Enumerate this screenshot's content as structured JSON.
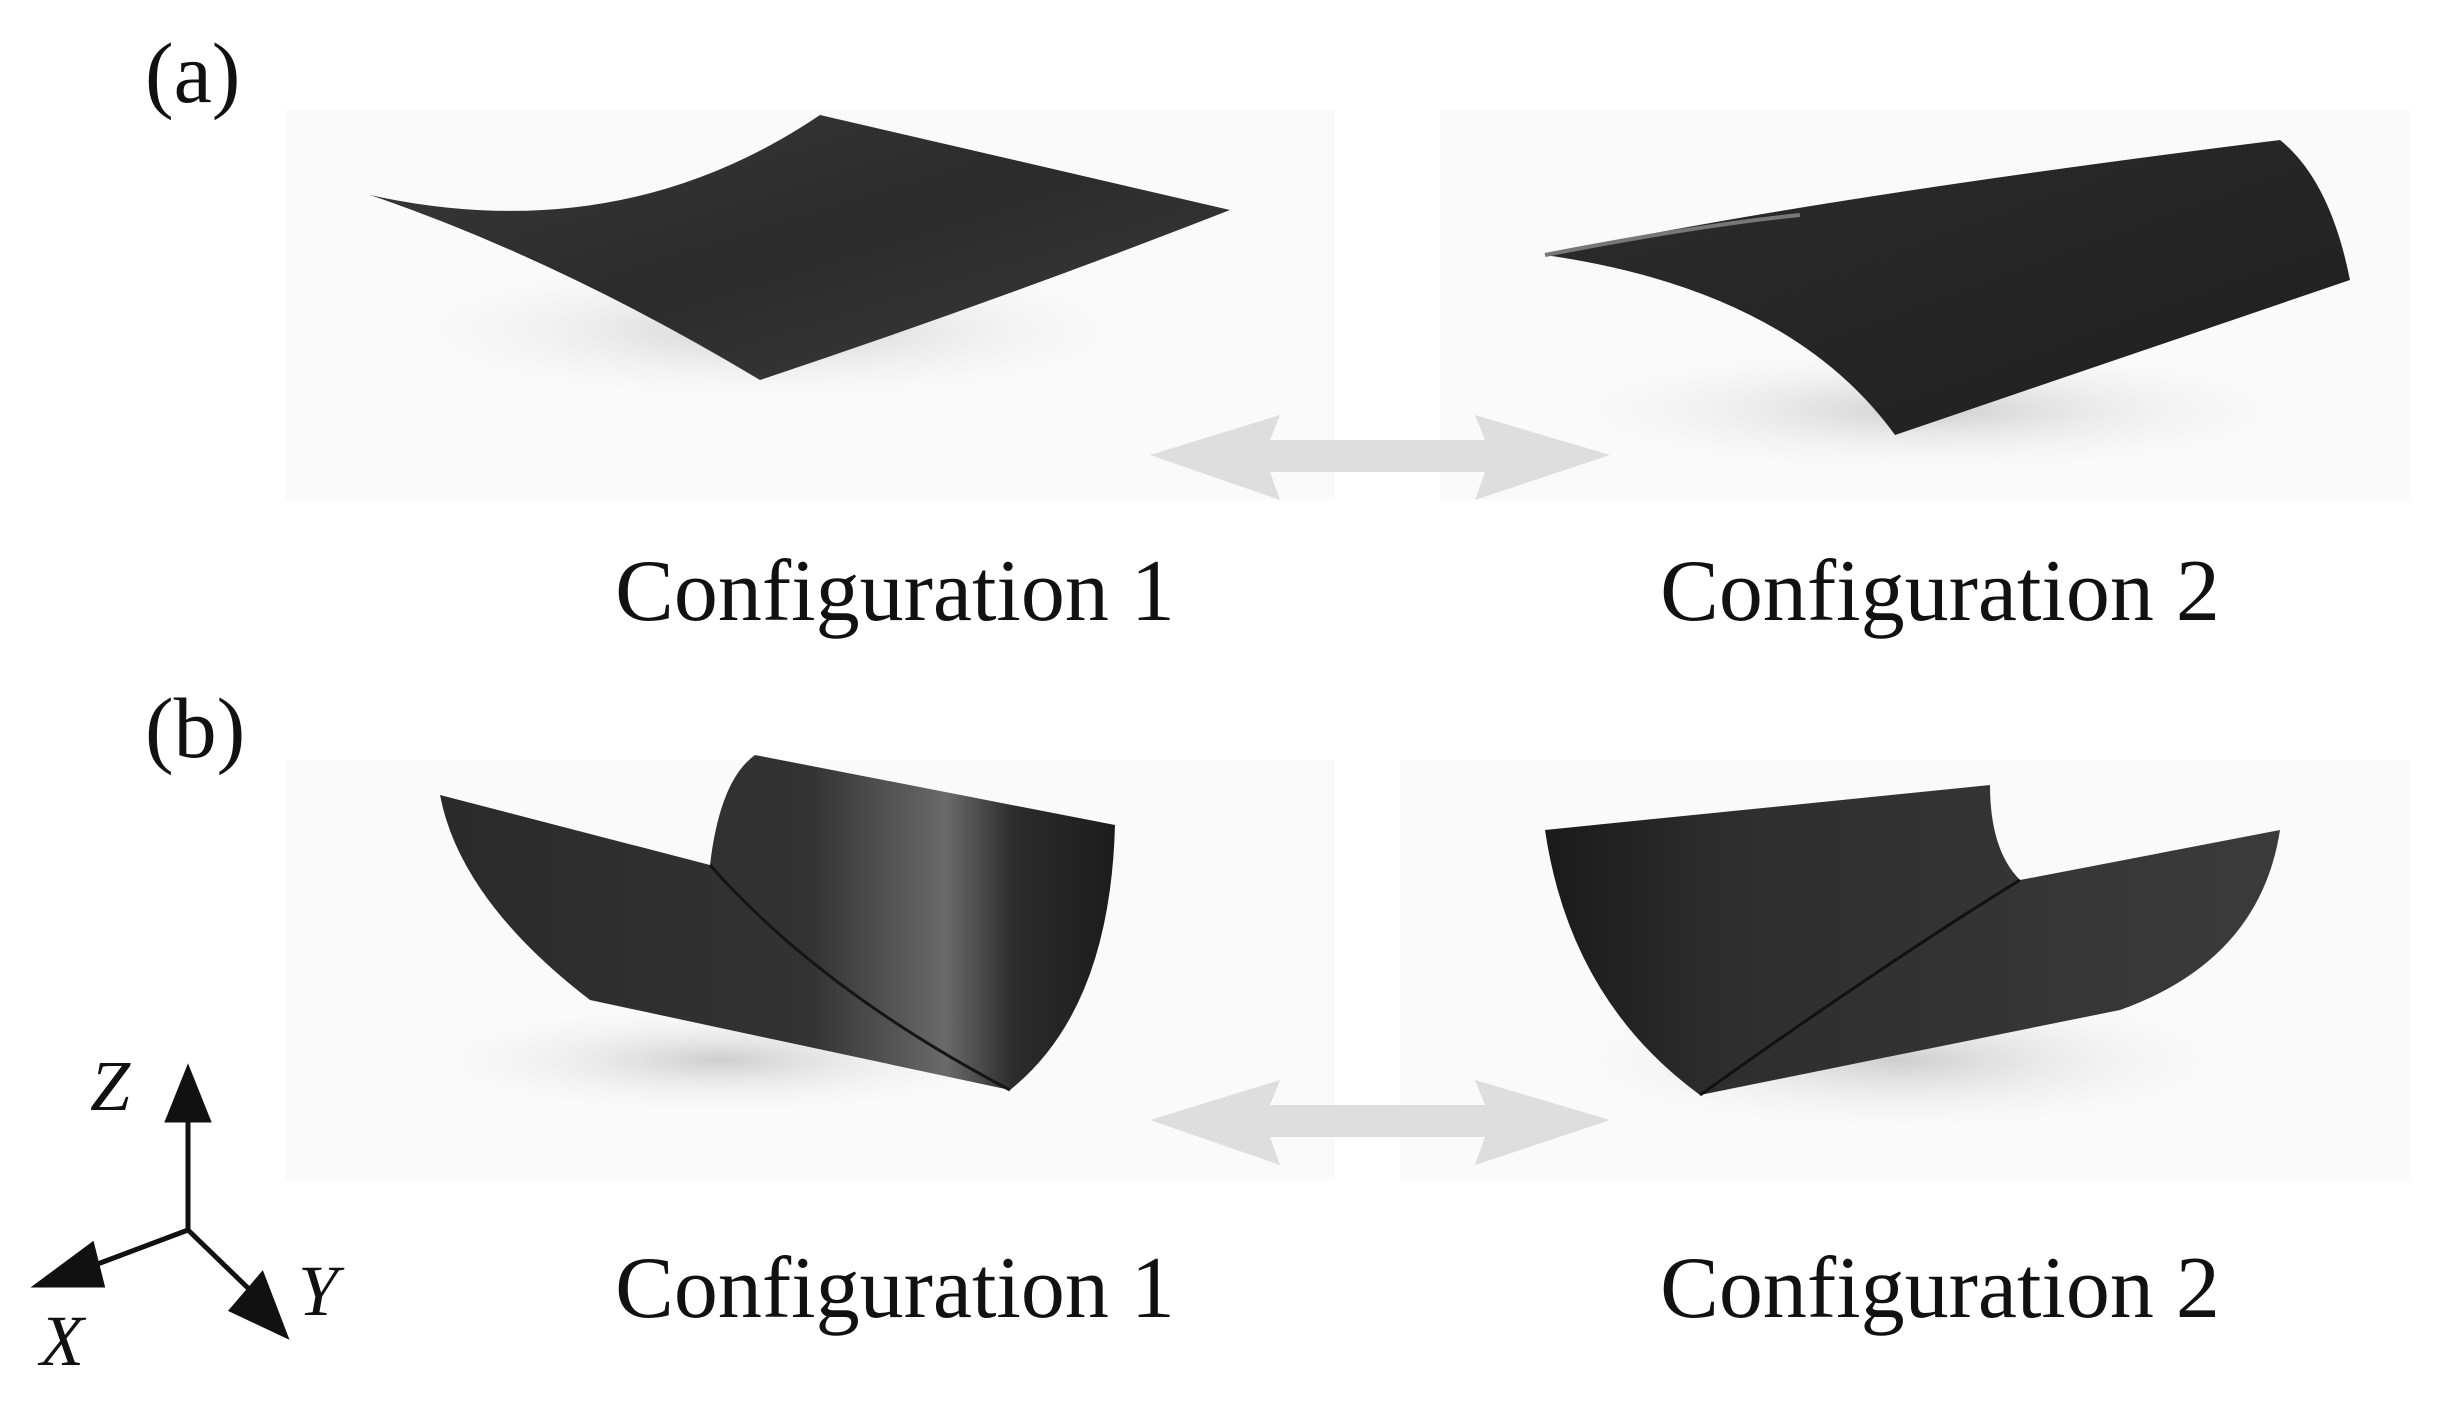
{
  "panels": [
    {
      "label": "(a)",
      "captions": [
        "Configuration 1",
        "Configuration 2"
      ]
    },
    {
      "label": "(b)",
      "captions": [
        "Configuration 1",
        "Configuration 2"
      ]
    }
  ],
  "axes": {
    "z": "Z",
    "x": "X",
    "y": "Y"
  },
  "colors": {
    "surface": "#2a2a2a",
    "surface_light": "#555555",
    "arrow": "#dcdcdc",
    "shadow": "#d8d8d8",
    "background": "#ffffff"
  }
}
